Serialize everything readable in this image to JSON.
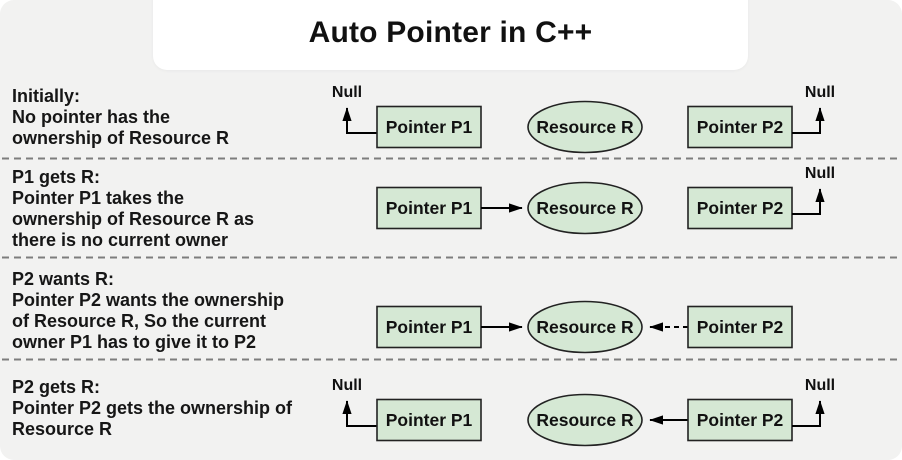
{
  "title": "Auto Pointer in C++",
  "colors": {
    "background": "#f2f2f1",
    "title_card": "#ffffff",
    "shape_fill": "#d5e8d4",
    "shape_stroke": "#222222",
    "text": "#161616",
    "separator": "#7d7d7d",
    "arrow": "#000000"
  },
  "nodes": {
    "pointer_p1": "Pointer P1",
    "resource": "Resource R",
    "pointer_p2": "Pointer P2",
    "null_label": "Null"
  },
  "rows": [
    {
      "heading": "Initially:",
      "lines": [
        "No pointer has the",
        "ownership of Resource R"
      ]
    },
    {
      "heading": "P1 gets R:",
      "lines": [
        "Pointer P1 takes the",
        "ownership of Resource R as",
        "there is no current owner"
      ]
    },
    {
      "heading": "P2 wants R:",
      "lines": [
        "Pointer P2 wants the ownership",
        "of Resource R, So the current",
        "owner P1 has to give it to P2"
      ]
    },
    {
      "heading": "P2 gets R:",
      "lines": [
        "Pointer P2 gets the ownership of",
        "Resource R"
      ]
    }
  ]
}
